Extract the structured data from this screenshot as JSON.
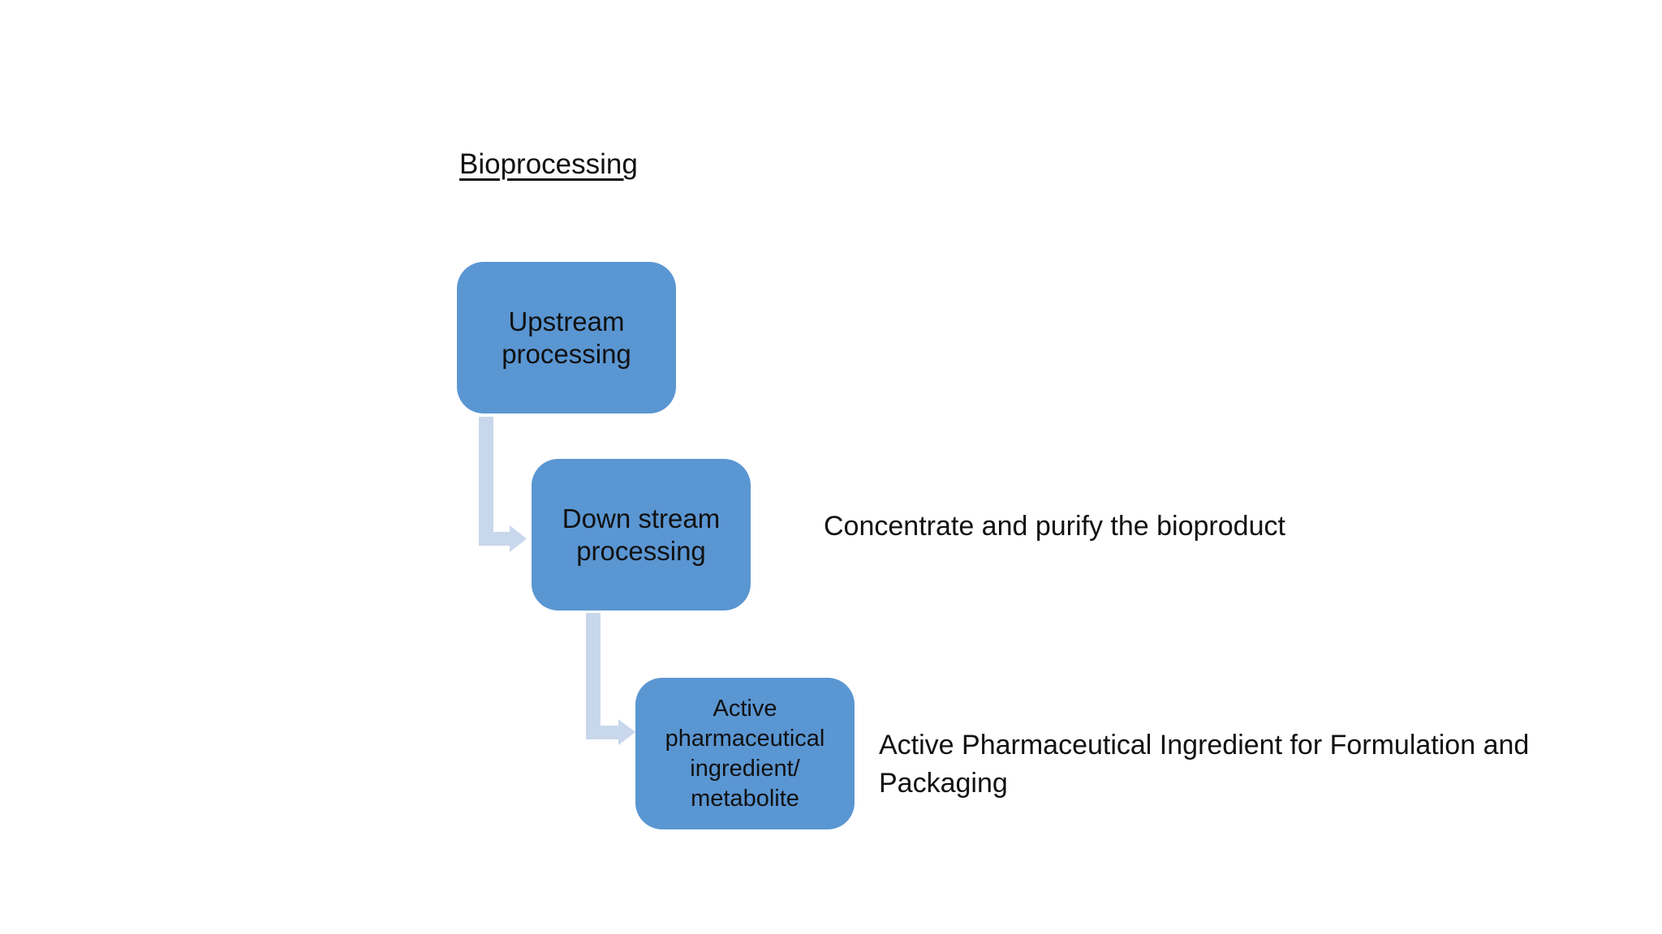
{
  "colors": {
    "background": "#FFFFFF",
    "box_fill": "#5A96D2",
    "arrow_fill": "#C9D7EC",
    "text": "#111111"
  },
  "slide": {
    "title": "Bioprocessing",
    "flow": {
      "steps": [
        {
          "label": "Upstream processing",
          "lines": [
            "Upstream",
            "processing"
          ]
        },
        {
          "label": "Down stream processing",
          "lines": [
            "Down stream",
            "processing"
          ]
        },
        {
          "label": "Active pharmaceutical ingredient/ metabolite",
          "lines": [
            "Active",
            "pharmaceutical",
            "ingredient/",
            "metabolite"
          ]
        }
      ],
      "connectors": [
        "elbow-arrow-down-right",
        "elbow-arrow-down-right"
      ]
    },
    "annotations": [
      {
        "text": "Concentrate and purify the bioproduct",
        "lines": [
          "Concentrate and purify the bioproduct"
        ]
      },
      {
        "text": "Active Pharmaceutical Ingredient for Formulation and Packaging",
        "lines": [
          "Active Pharmaceutical Ingredient for Formulation and",
          "Packaging"
        ]
      }
    ]
  }
}
